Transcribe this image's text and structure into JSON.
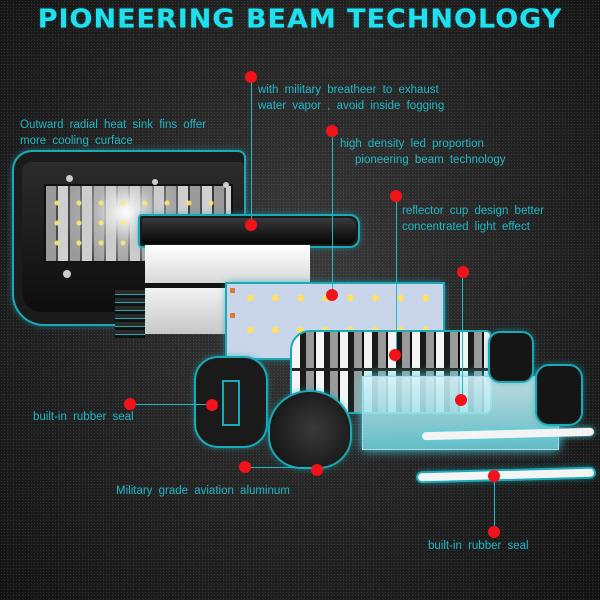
{
  "title": "PIONEERING BEAM TECHNOLOGY",
  "colors": {
    "title": "#1ee0ee",
    "label_text": "#1fb8c8",
    "callout_dot": "#f3121a",
    "background": "#1a1a1a",
    "outline_glow": "#1aa9b6"
  },
  "callouts": [
    {
      "id": "breather",
      "lines": [
        "with military  breatheer  to  exhaust",
        "water  vapor  ,  avoid inside  fogging"
      ]
    },
    {
      "id": "heat-sink",
      "lines": [
        "Outward radial heat sink fins offer",
        "more cooling curface"
      ]
    },
    {
      "id": "led",
      "lines": [
        "high density  led  proportion",
        "pioneering  beam  technology"
      ]
    },
    {
      "id": "reflector",
      "lines": [
        "reflector cup design better",
        "concentrated light effect"
      ]
    },
    {
      "id": "rubber-seal-left",
      "lines": [
        "built-in  rubber  seal"
      ]
    },
    {
      "id": "aluminum",
      "lines": [
        "Military grade aviation aluminum"
      ]
    },
    {
      "id": "rubber-seal-bottom",
      "lines": [
        "built-in  rubber  seal"
      ]
    }
  ],
  "parts": [
    "housing",
    "heat-sink-fins",
    "led-circuit-board",
    "reflector-cups",
    "end-cap-left",
    "mount-bracket",
    "end-cap-right",
    "lens",
    "rubber-seal-strip-1",
    "rubber-seal-strip-2"
  ]
}
